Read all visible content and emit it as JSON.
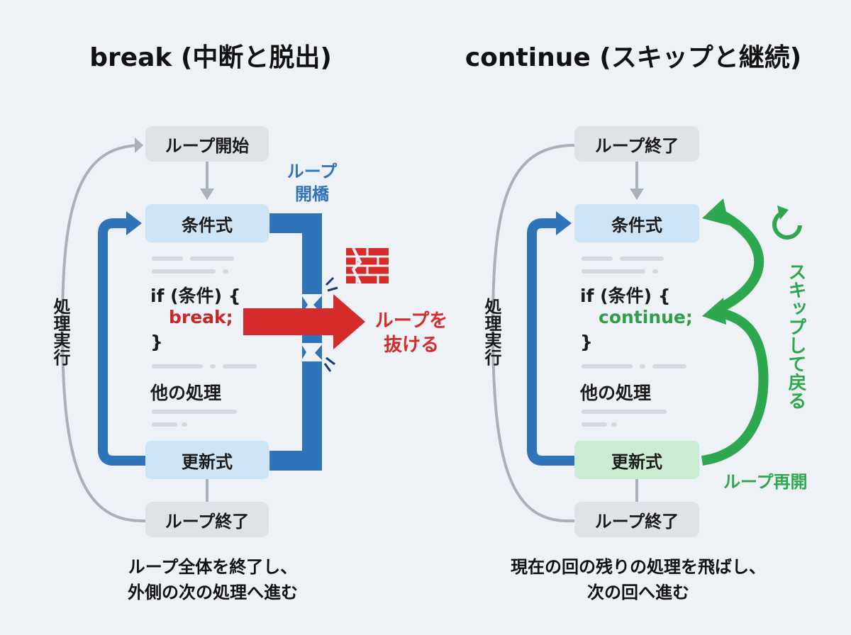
{
  "left": {
    "title": "break (中断と脱出)",
    "loop_start": "ループ開始",
    "condition": "条件式",
    "code_if": "if (条件) {",
    "code_kw": "break;",
    "code_close": "}",
    "other": "他の処理",
    "update": "更新式",
    "loop_end": "ループ終了",
    "side_label": "処理実行",
    "bridge_label": "ループ\n開橋",
    "exit_label": "ループを\n抜ける",
    "caption_line1": "ループ全体を終了し、",
    "caption_line2": "外側の次の処理へ進む"
  },
  "right": {
    "title": "continue (スキップと継続)",
    "loop_top": "ループ終了",
    "condition": "条件式",
    "code_if": "if (条件) {",
    "code_kw": "continue;",
    "code_close": "}",
    "other": "他の処理",
    "update": "更新式",
    "loop_end": "ループ終了",
    "side_label": "処理実行",
    "skip_label": "スキップして戻る",
    "resume_label": "ループ再開",
    "caption_line1": "現在の回の残りの処理を飛ばし、",
    "caption_line2": "次の回へ進む"
  },
  "icons": [
    "brick-wall-icon",
    "refresh-icon"
  ],
  "colors": {
    "blue": "#2f74b8",
    "red": "#d62b2b",
    "green": "#2ea84f",
    "gray": "#a8b0ba"
  }
}
